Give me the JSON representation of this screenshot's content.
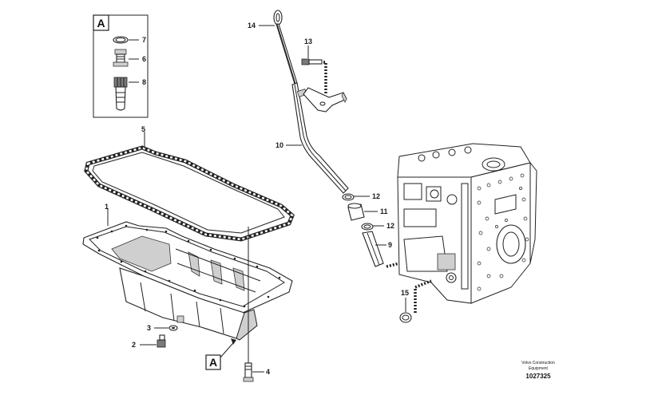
{
  "detail_view": {
    "label": "A"
  },
  "callouts": {
    "c1": "1",
    "c2": "2",
    "c3": "3",
    "c4": "4",
    "c5": "5",
    "c6": "6",
    "c7": "7",
    "c8": "8",
    "c9": "9",
    "c10": "10",
    "c11": "11",
    "c12a": "12",
    "c12b": "12",
    "c13": "13",
    "c14": "14",
    "c15": "15"
  },
  "view_reference": {
    "label": "A"
  },
  "watermark": {
    "brand_line1": "Volvo Construction",
    "brand_line2": "Equipment",
    "drawing_number": "1027325"
  }
}
